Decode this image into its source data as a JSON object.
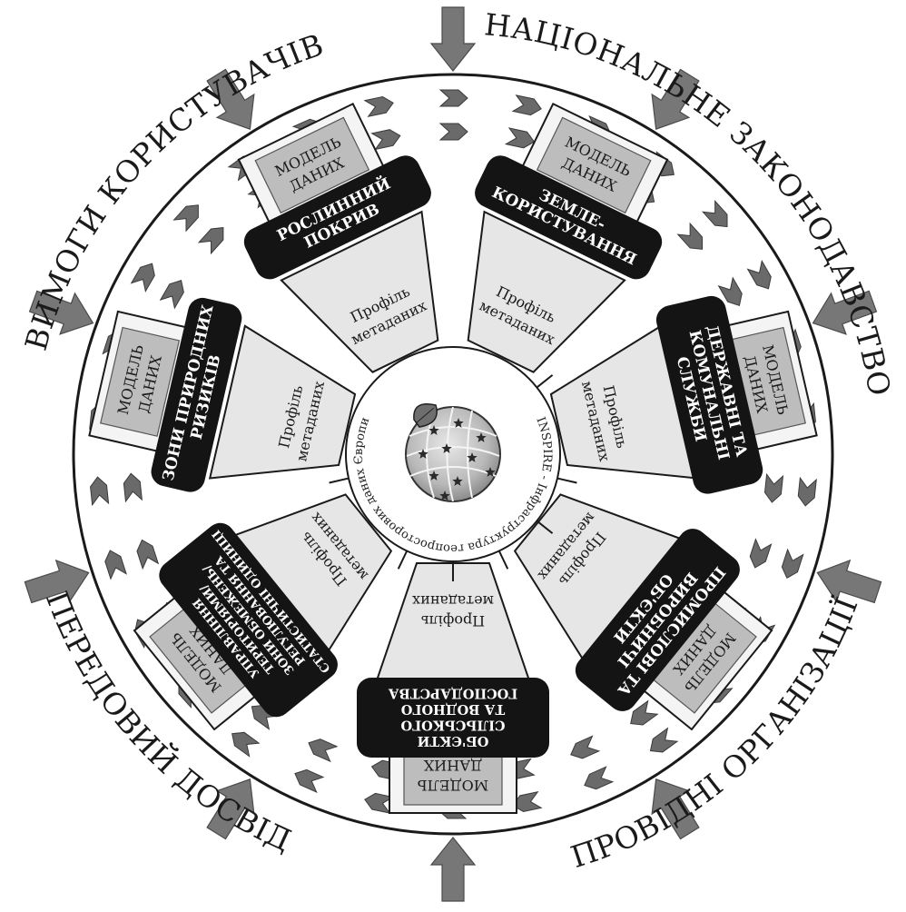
{
  "outer_labels": [
    "НАЦІОНАЛЬНЕ ЗАКОНОДАВСТВО",
    "ПРОВІДНІ ОРГАНІЗАЦІЇ",
    "ПЕРЕДОВИЙ ДОСВІД",
    "ВИМОГИ КОРИСТУВАЧІВ"
  ],
  "center_caption": "INSPIRE - Інфраструктура геопросторових даних Європи",
  "sectors": [
    {
      "theme": [
        "ЗЕМЛЕ-",
        "КОРИСТУВАННЯ"
      ],
      "model": [
        "МОДЕЛЬ",
        "ДАНИХ"
      ],
      "profile": [
        "Профіль",
        "метаданих"
      ]
    },
    {
      "theme": [
        "ДЕРЖАВНІ ТА",
        "КОМУНАЛЬНІ",
        "СЛУЖБИ"
      ],
      "model": [
        "МОДЕЛЬ",
        "ДАНИХ"
      ],
      "profile": [
        "Профіль",
        "метаданих"
      ]
    },
    {
      "theme": [
        "ПРОМИСЛОВІ ТА",
        "ВИРОБНИЧІ",
        "ОБ'ЄКТИ"
      ],
      "model": [
        "МОДЕЛЬ",
        "ДАНИХ"
      ],
      "profile": [
        "Профіль",
        "метаданих"
      ]
    },
    {
      "theme": [
        "ОБ'ЄКТИ",
        "СІЛЬСЬКОГО",
        "ТА ВОДНОГО",
        "ГОСПОДАРСТВА"
      ],
      "model": [
        "МОДЕЛЬ",
        "ДАНИХ"
      ],
      "profile": [
        "Профіль",
        "метаданих"
      ]
    },
    {
      "theme": [
        "УПРАВЛІННЯ",
        "ТЕРИТОРІЯМИ/",
        "ЗОНИ ОБМЕЖЕНЬ/",
        "РЕГУЛЮВАННЯ ТА",
        "СТАТИСТИЧНІ ОДИНИЦІ"
      ],
      "model": [
        "МОДЕЛЬ",
        "ДАНИХ"
      ],
      "profile": [
        "Профіль",
        "метаданих"
      ]
    },
    {
      "theme": [
        "ЗОНИ ПРИРОДНИХ",
        "РИЗИКІВ"
      ],
      "model": [
        "МОДЕЛЬ",
        "ДАНИХ"
      ],
      "profile": [
        "Профіль",
        "метаданих"
      ]
    },
    {
      "theme": [
        "РОСЛИННИЙ",
        "ПОКРИВ"
      ],
      "model": [
        "МОДЕЛЬ",
        "ДАНИХ"
      ],
      "profile": [
        "Профіль",
        "метаданих"
      ]
    }
  ],
  "colors": {
    "outer_ring": "#1a1a1a",
    "cycle_arrows": "#6a6a6a",
    "input_arrows": "#777777",
    "theme_box": "#141414",
    "theme_text": "#ffffff",
    "model_box": "#bdbdbd",
    "profile_box": "#e6e6e6"
  },
  "icons": [
    "globe-icon",
    "leaf-icon",
    "star-icon",
    "chevron-arrow-icon"
  ]
}
